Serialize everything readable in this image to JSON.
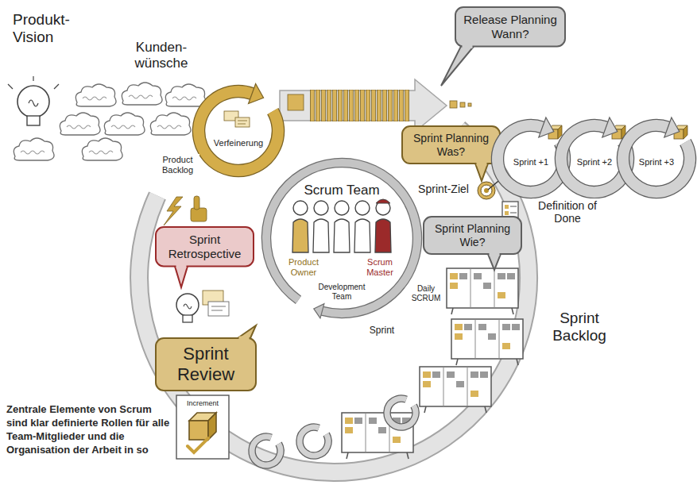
{
  "diagram": {
    "caption": "Zentrale Elemente von Scrum sind klar definierte Rollen für alle Team-Mitglieder und die Organisation der Arbeit in so",
    "nodes": [
      {
        "text": [
          "Release Planning",
          "Wann?"
        ]
      },
      {
        "text": [
          "Verfeinerung"
        ]
      },
      {
        "text": [
          "Sprint Planning",
          "Was?"
        ]
      },
      {
        "text": [
          "Sprint +1"
        ]
      },
      {
        "text": [
          "Sprint +2"
        ]
      },
      {
        "text": [
          "Sprint +3"
        ]
      },
      {
        "text": [
          "Sprint Retrospective"
        ]
      },
      {
        "text": [
          "Scrum Team",
          "Product Owner",
          "Development Team",
          "Scrum Master"
        ]
      },
      {
        "text": [
          "Sprint Planning",
          "Wie?"
        ]
      },
      {
        "text": [
          "Sprint Review"
        ]
      }
    ],
    "labels": [
      "Produkt-Vision",
      "Kunden-wünsche",
      "Product Backlog",
      "Sprint-Ziel",
      "Definition of Done",
      "Daily SCRUM",
      "Sprint Backlog",
      "Sprint",
      "Increment"
    ]
  }
}
